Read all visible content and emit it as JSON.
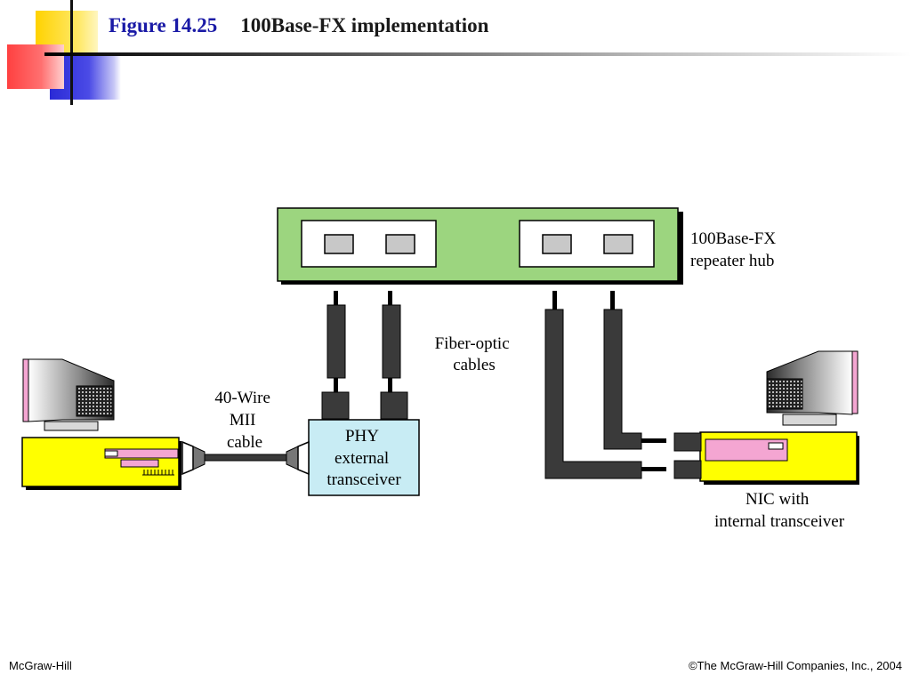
{
  "title": {
    "figure_number": "Figure 14.25",
    "figure_title": "100Base-FX implementation"
  },
  "diagram": {
    "hub_label": [
      "100Base-FX",
      "repeater hub"
    ],
    "fiber_label": [
      "Fiber-optic",
      "cables"
    ],
    "mii_label": [
      "40-Wire",
      "MII",
      "cable"
    ],
    "phy_label": [
      "PHY",
      "external",
      "transceiver"
    ],
    "nic_label": [
      "NIC with",
      "internal transceiver"
    ]
  },
  "footer": {
    "left": "McGraw-Hill",
    "right": "©The McGraw-Hill Companies, Inc., 2004"
  },
  "colors": {
    "hub_green": "#9cd57f",
    "phy_blue": "#c8ecf4",
    "pc_yellow": "#ffff00",
    "pc_pink": "#f4a6d2",
    "cable_gray": "#3a3a3a",
    "title_blue": "#1a1aa6"
  }
}
